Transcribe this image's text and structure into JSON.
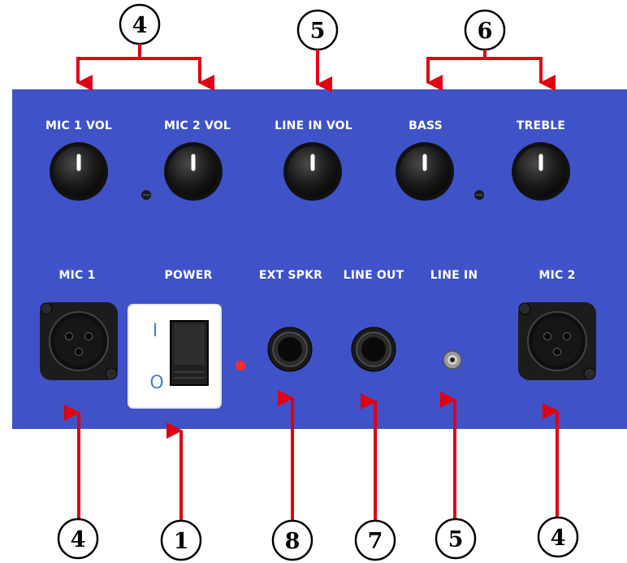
{
  "colors": {
    "panel": "#3f52c8",
    "callout": "#e00012",
    "knob": "#1d1d1d",
    "led": "#ff2a2a"
  },
  "controls": {
    "mic1_vol": "MIC 1 VOL",
    "mic2_vol": "MIC 2 VOL",
    "line_in_vol": "LINE IN VOL",
    "bass": "BASS",
    "treble": "TREBLE"
  },
  "jacks": {
    "mic1": "MIC 1",
    "power": "POWER",
    "ext_spkr": "EXT SPKR",
    "line_out": "LINE OUT",
    "line_in": "LINE IN",
    "mic2": "MIC 2"
  },
  "power_switch": {
    "on_mark": "I",
    "off_mark": "O"
  },
  "callouts": {
    "mic_vol": "4",
    "line_in_vol": "5",
    "tone": "6",
    "mic1": "4",
    "power": "1",
    "ext_spkr": "8",
    "line_out": "7",
    "line_in": "5",
    "mic2": "4"
  }
}
